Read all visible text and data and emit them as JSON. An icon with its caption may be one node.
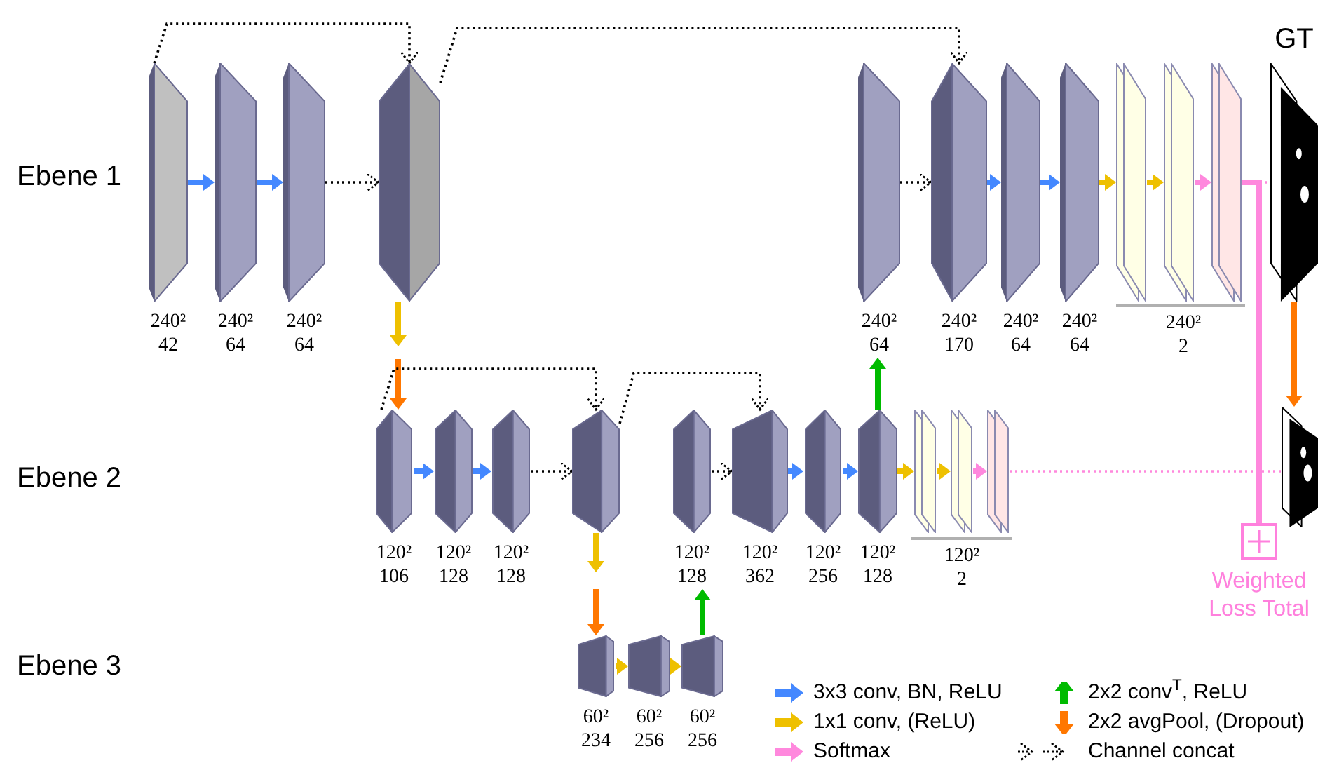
{
  "diagram": {
    "nodes": [
      {
        "text": [],
        "shape": "box",
        "beside": [
          "240²",
          "42"
        ]
      },
      {
        "text": [],
        "shape": "box",
        "beside": [
          "240²",
          "64"
        ]
      },
      {
        "text": [],
        "shape": "box",
        "beside": [
          "240²",
          "64"
        ]
      },
      {
        "text": [],
        "shape": "box"
      },
      {
        "text": [],
        "shape": "box",
        "beside": [
          "240²",
          "64"
        ]
      },
      {
        "text": [],
        "shape": "box",
        "beside": [
          "240²",
          "170"
        ]
      },
      {
        "text": [],
        "shape": "box",
        "beside": [
          "240²",
          "64"
        ]
      },
      {
        "text": [],
        "shape": "box",
        "beside": [
          "240²",
          "64"
        ]
      },
      {
        "text": [],
        "shape": "box"
      },
      {
        "text": [],
        "shape": "box"
      },
      {
        "text": [],
        "shape": "box"
      },
      {
        "text": [
          "GT"
        ]
      },
      {
        "text": [],
        "shape": "box",
        "beside": [
          "120²",
          "106"
        ]
      },
      {
        "text": [],
        "shape": "box",
        "beside": [
          "120²",
          "128"
        ]
      },
      {
        "text": [],
        "shape": "box",
        "beside": [
          "120²",
          "128"
        ]
      },
      {
        "text": [],
        "shape": "box"
      },
      {
        "text": [],
        "shape": "box",
        "beside": [
          "120²",
          "128"
        ]
      },
      {
        "text": [],
        "shape": "box",
        "beside": [
          "120²",
          "362"
        ]
      },
      {
        "text": [],
        "shape": "box",
        "beside": [
          "120²",
          "256"
        ]
      },
      {
        "text": [],
        "shape": "box",
        "beside": [
          "120²",
          "128"
        ]
      },
      {
        "text": [],
        "shape": "box"
      },
      {
        "text": [],
        "shape": "box"
      },
      {
        "text": [],
        "shape": "box"
      },
      {
        "text": [],
        "shape": "picture"
      },
      {
        "text": [],
        "shape": "box",
        "beside": [
          "60²",
          "234"
        ]
      },
      {
        "text": [],
        "shape": "box",
        "beside": [
          "60²",
          "256"
        ]
      },
      {
        "text": [],
        "shape": "box",
        "beside": [
          "60²",
          "256"
        ]
      },
      {
        "text": [],
        "shape": "box",
        "beside": [
          "Weighted Loss Total"
        ]
      }
    ],
    "edges": [
      {
        "from": 0,
        "to": 1,
        "arrow": "to",
        "color": "#4488ff"
      },
      {
        "from": 1,
        "to": 2,
        "arrow": "to",
        "color": "#4488ff"
      },
      {
        "from": 2,
        "to": 3,
        "arrow": "to",
        "style": "dashed",
        "color": "#000000"
      },
      {
        "from": 0,
        "to": 3,
        "arrow": "to",
        "style": "dashed",
        "color": "#000000"
      },
      {
        "from": 3,
        "to": 5,
        "arrow": "to",
        "style": "dashed",
        "color": "#000000"
      },
      {
        "from": 4,
        "to": 5,
        "arrow": "to",
        "style": "dashed",
        "color": "#000000"
      },
      {
        "from": 5,
        "to": 6,
        "arrow": "to",
        "color": "#4488ff"
      },
      {
        "from": 6,
        "to": 7,
        "arrow": "to",
        "color": "#4488ff"
      },
      {
        "from": 7,
        "to": 8,
        "arrow": "to",
        "color": "#eec000"
      },
      {
        "from": 8,
        "to": 9,
        "arrow": "to",
        "color": "#eec000"
      },
      {
        "from": 9,
        "to": 10,
        "arrow": "to",
        "color": "#ff88dd"
      },
      {
        "from": 10,
        "to": 11,
        "arrow": "none",
        "style": "dashed",
        "color": "#ff88dd"
      },
      {
        "from": 3,
        "to": null,
        "arrow": "to",
        "color": "#eec000"
      },
      {
        "from": null,
        "to": 12,
        "arrow": "to",
        "color": "#ff7700"
      },
      {
        "from": 12,
        "to": 13,
        "arrow": "to",
        "color": "#4488ff"
      },
      {
        "from": 13,
        "to": 14,
        "arrow": "to",
        "color": "#4488ff"
      },
      {
        "from": 14,
        "to": 15,
        "arrow": "to",
        "style": "dashed",
        "color": "#000000"
      },
      {
        "from": 12,
        "to": 15,
        "arrow": "to",
        "style": "dashed",
        "color": "#000000"
      },
      {
        "from": 15,
        "to": 17,
        "arrow": "to",
        "style": "dashed",
        "color": "#000000"
      },
      {
        "from": 16,
        "to": 17,
        "arrow": "to",
        "style": "dashed",
        "color": "#000000"
      },
      {
        "from": 17,
        "to": 18,
        "arrow": "to",
        "color": "#4488ff"
      },
      {
        "from": 18,
        "to": 19,
        "arrow": "to",
        "color": "#4488ff"
      },
      {
        "from": 19,
        "to": 20,
        "arrow": "to",
        "color": "#eec000"
      },
      {
        "from": 20,
        "to": 21,
        "arrow": "to",
        "color": "#eec000"
      },
      {
        "from": 21,
        "to": 22,
        "arrow": "to",
        "color": "#ff88dd"
      },
      {
        "from": 22,
        "to": 23,
        "arrow": "none",
        "style": "dashed",
        "color": "#ff88dd"
      },
      {
        "from": 19,
        "to": 4,
        "arrow": "to",
        "color": "#00bb00"
      },
      {
        "from": 11,
        "to": 23,
        "arrow": "to",
        "color": "#ff7700"
      },
      {
        "from": 15,
        "to": null,
        "arrow": "to",
        "color": "#eec000"
      },
      {
        "from": null,
        "to": 24,
        "arrow": "to",
        "color": "#ff7700"
      },
      {
        "from": 24,
        "to": 25,
        "arrow": "to",
        "color": "#eec000"
      },
      {
        "from": 25,
        "to": 26,
        "arrow": "to",
        "color": "#eec000"
      },
      {
        "from": 26,
        "to": 16,
        "arrow": "to",
        "color": "#00bb00"
      },
      {
        "from": 10,
        "to": 27,
        "arrow": "none",
        "color": "#ff88dd"
      }
    ],
    "labels": [
      "Ebene 1",
      "240²",
      "2",
      "Ebene 2",
      "120²",
      "2",
      "Ebene 3"
    ],
    "legend": [
      {
        "text": "3x3 conv, BN, ReLU"
      },
      {
        "text": "2x2 conv$^{T}$, ReLU"
      },
      {
        "text": "1x1 conv, (ReLU)"
      },
      {
        "text": "2x2 avgPool, (Dropout)"
      },
      {
        "text": "Softmax"
      },
      {
        "text": "Channel concat"
      }
    ]
  }
}
